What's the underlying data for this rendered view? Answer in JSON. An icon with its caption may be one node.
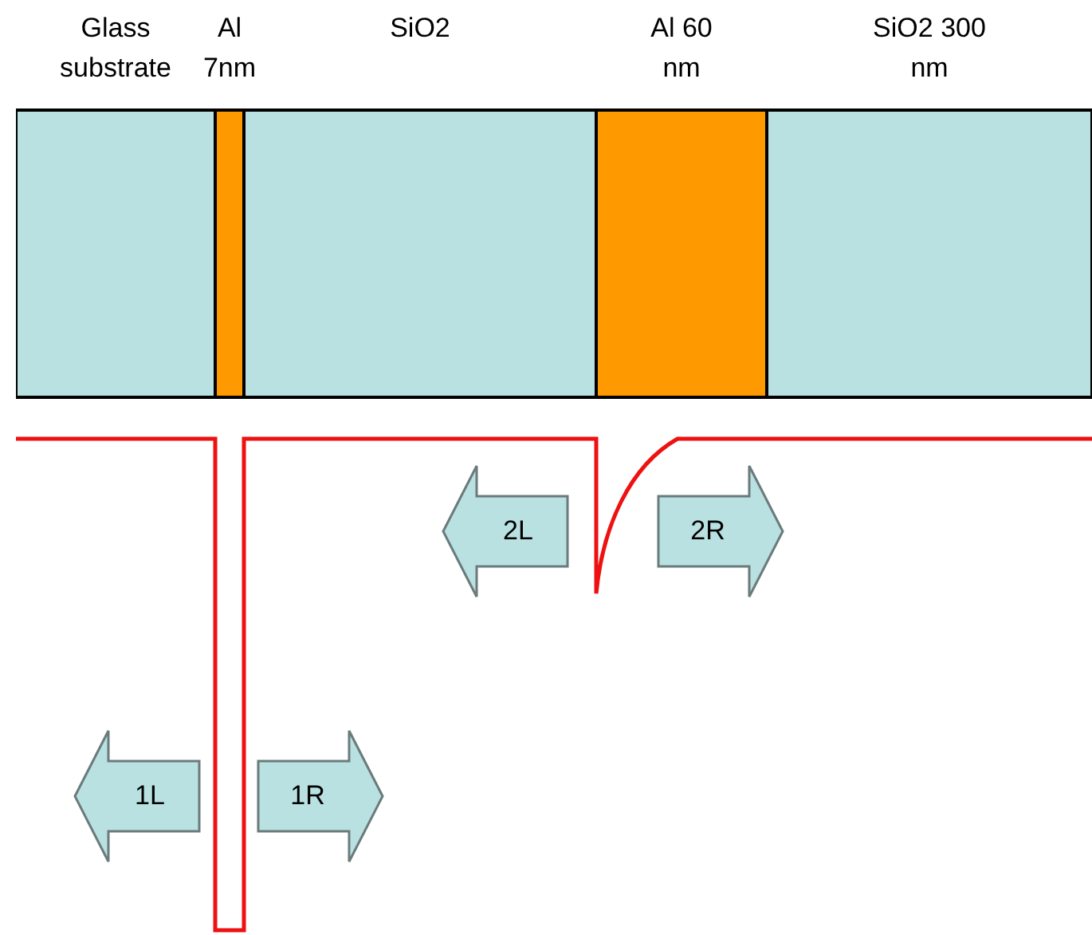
{
  "diagram": {
    "nodes": [
      {
        "text": [
          "Glass substrate"
        ]
      },
      {
        "text": [
          "Al 7nm"
        ]
      },
      {
        "text": [
          "SiO2"
        ]
      },
      {
        "text": [
          "Al 60 nm"
        ]
      },
      {
        "text": [
          "SiO2 300 nm"
        ]
      },
      {
        "text": [
          "2L"
        ]
      },
      {
        "text": [
          "2R"
        ]
      },
      {
        "text": [
          "1L"
        ]
      },
      {
        "text": [
          "1R"
        ]
      }
    ],
    "edges": []
  }
}
